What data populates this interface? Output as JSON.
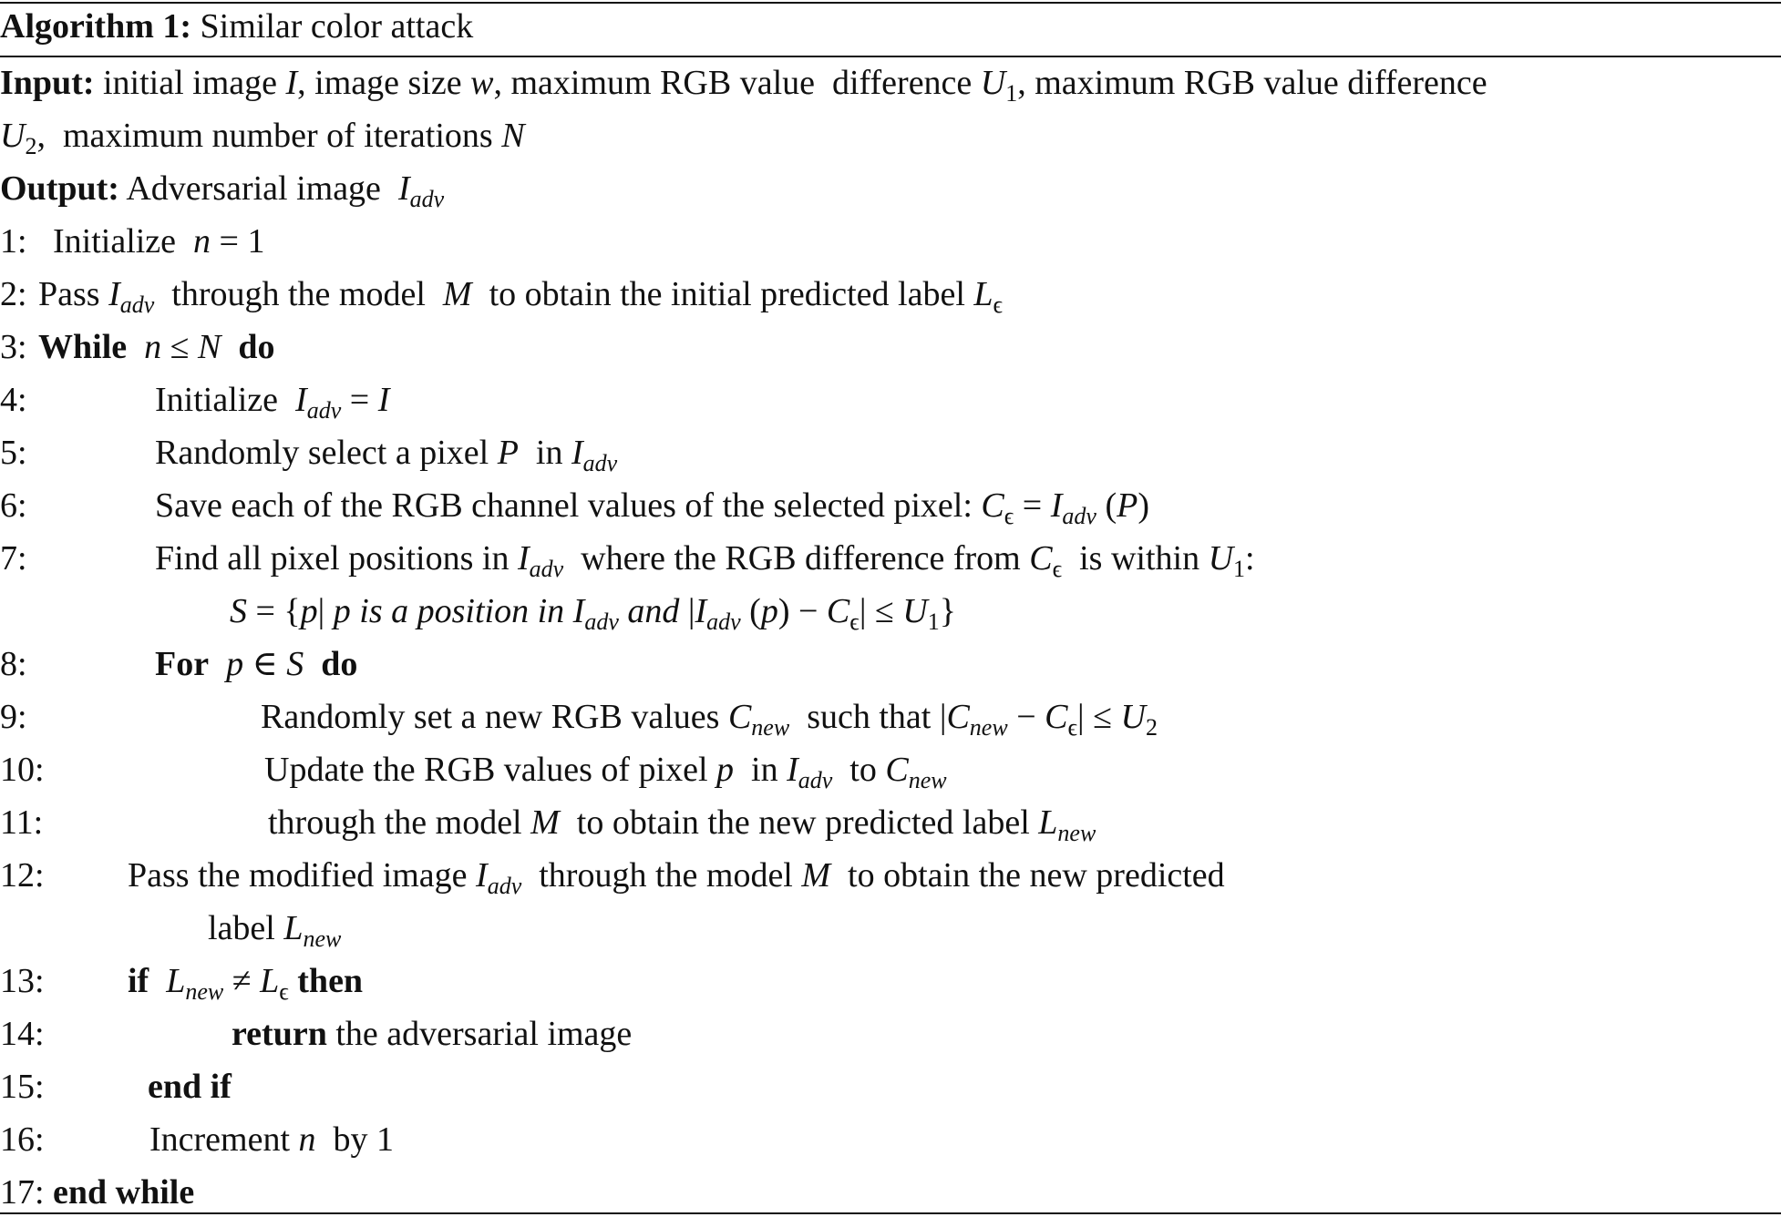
{
  "title": {
    "label": "Algorithm 1:",
    "name": "Similar color attack"
  },
  "input": {
    "label": "Input:",
    "line1": [
      " initial image ",
      "I",
      ", image size ",
      "w",
      ", maximum RGB value  difference ",
      "U",
      "1",
      ", maximum RGB value difference"
    ],
    "line2": [
      "U",
      "2",
      ",  maximum number of iterations ",
      "N"
    ]
  },
  "output": {
    "label": "Output:",
    "text": " Adversarial image  ",
    "sym": "I",
    "sub": "adv"
  },
  "steps": [
    {
      "num": "1:",
      "parts": [
        "Initialize  ",
        "n",
        " = 1"
      ]
    },
    {
      "num": "2:",
      "parts": [
        "Pass ",
        "I",
        "adv",
        "  through the model  ",
        "M",
        "  to obtain the initial predicted label ",
        "L",
        "ϵ"
      ]
    },
    {
      "num": "3:",
      "parts": [
        "While",
        "  ",
        "n",
        " ≤ ",
        "N",
        "  ",
        "do"
      ]
    },
    {
      "num": "4:",
      "parts": [
        "Initialize  ",
        "I",
        "adv",
        " = ",
        "I"
      ]
    },
    {
      "num": "5:",
      "parts": [
        "Randomly select a pixel ",
        "P",
        "  in ",
        "I",
        "adv"
      ]
    },
    {
      "num": "6:",
      "parts": [
        "Save each of the RGB channel values of the selected pixel: ",
        "C",
        "ϵ",
        " = ",
        "I",
        "adv",
        " (",
        "P",
        ")"
      ]
    },
    {
      "num": "7:",
      "parts": [
        "Find all pixel positions in ",
        "I",
        "adv",
        "  where the RGB difference from ",
        "C",
        "ϵ",
        "  is within ",
        "U",
        "1",
        ":"
      ]
    },
    {
      "num": "",
      "parts": [
        "S",
        " = {",
        "p",
        "| ",
        "p is a position in ",
        "I",
        "adv",
        " and ",
        "|",
        "I",
        "adv",
        " (",
        "p",
        ") − ",
        "C",
        "ϵ",
        "| ≤ ",
        "U",
        "1",
        "}"
      ]
    },
    {
      "num": "8:",
      "parts": [
        "For",
        "  ",
        "p",
        " ∈ ",
        "S",
        "  ",
        "do"
      ]
    },
    {
      "num": "9:",
      "parts": [
        "Randomly set a new RGB values ",
        "C",
        "new",
        "  such that |",
        "C",
        "new",
        " − ",
        "C",
        "ϵ",
        "| ≤ ",
        "U",
        "2"
      ]
    },
    {
      "num": "10:",
      "parts": [
        "Update the RGB values of pixel ",
        "p",
        "  in ",
        "I",
        "adv",
        "  to ",
        "C",
        "new"
      ]
    },
    {
      "num": "11:",
      "parts": [
        "through the model ",
        "M",
        "  to obtain the new predicted label ",
        "L",
        "new"
      ]
    },
    {
      "num": "12:",
      "parts": [
        "Pass the modified image ",
        "I",
        "adv",
        "  through the model ",
        "M",
        "  to obtain the new predicted"
      ]
    },
    {
      "num": "",
      "parts": [
        "label ",
        "L",
        "new"
      ]
    },
    {
      "num": "13:",
      "parts": [
        "if",
        "  ",
        "L",
        "new",
        " ≠ ",
        "L",
        "ϵ",
        " ",
        "then"
      ]
    },
    {
      "num": "14:",
      "parts": [
        "return",
        " the adversarial image"
      ]
    },
    {
      "num": "15:",
      "parts": [
        "end if"
      ]
    },
    {
      "num": "16:",
      "parts": [
        "Increment ",
        "n",
        "  by 1"
      ]
    },
    {
      "num": "17:",
      "parts": [
        "end while"
      ]
    }
  ]
}
